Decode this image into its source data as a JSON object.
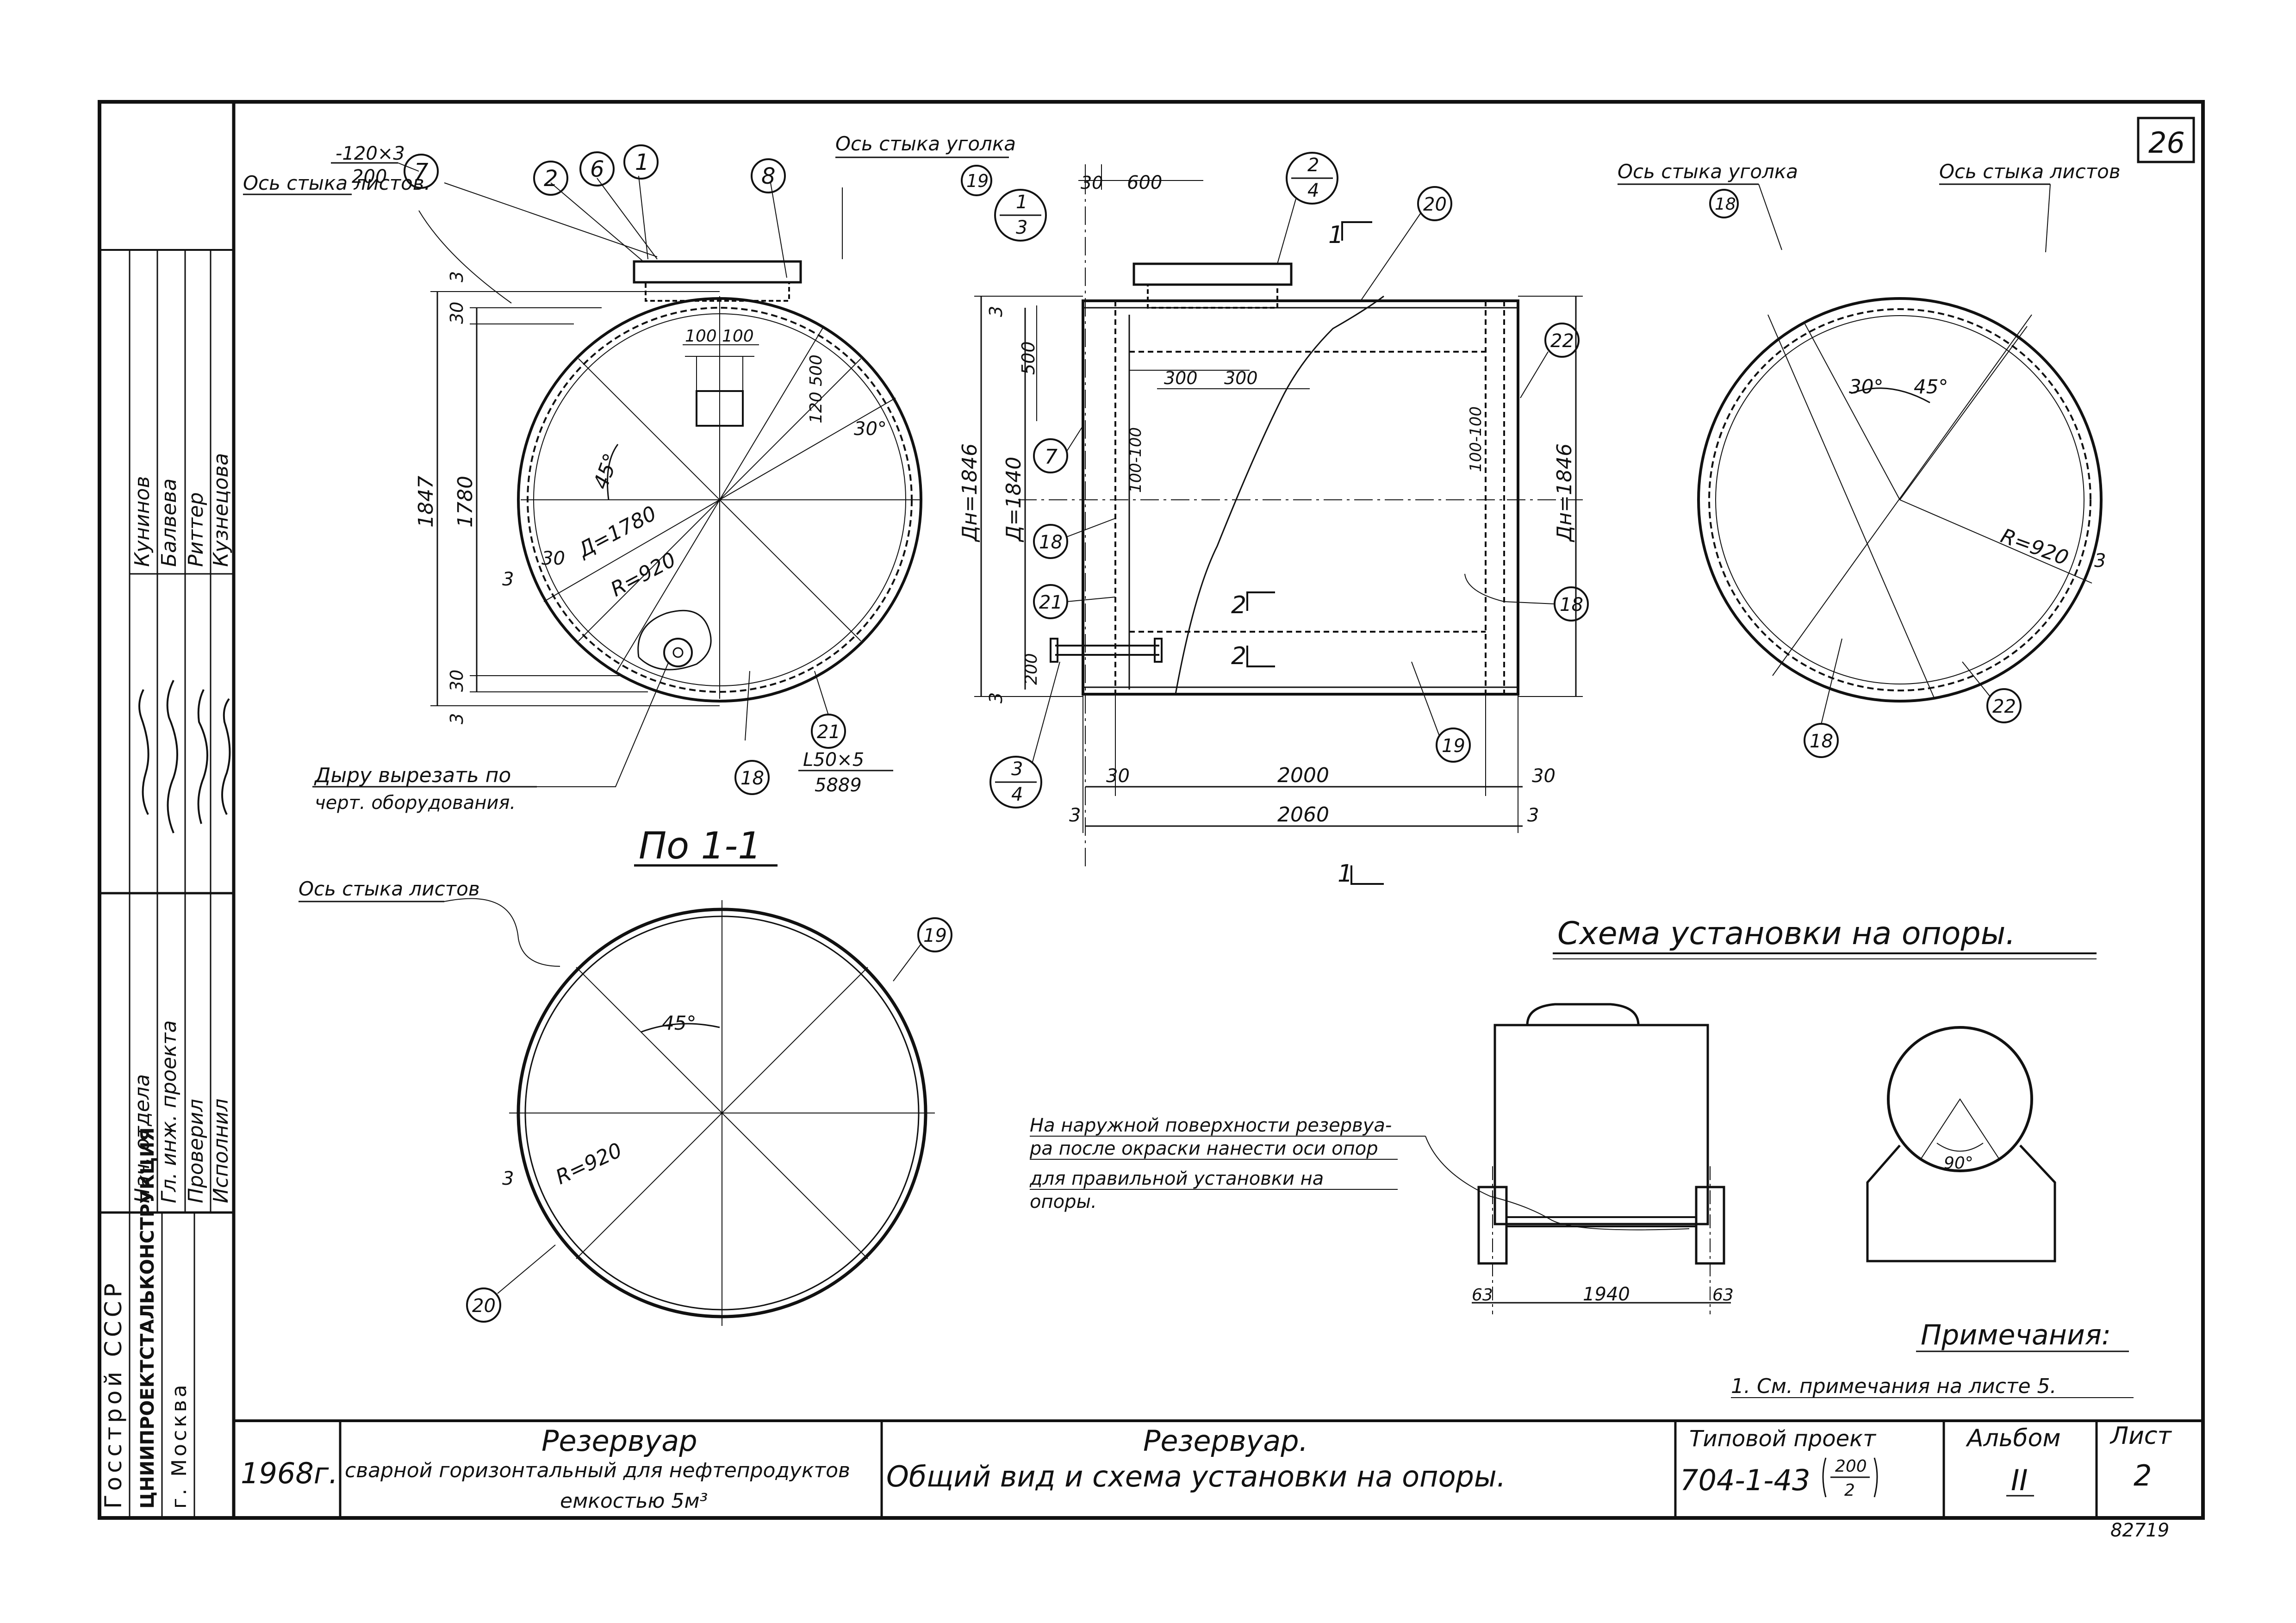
{
  "sheet_corner": "26",
  "bottom_code": "82719",
  "side_panel": {
    "org1": "Госстрой СССР",
    "org2": "ЦНИИПРОЕКТСТАЛЬКОНСТРУКЦИЯ",
    "city": "г. Москва",
    "roles": [
      "Нач. отдела",
      "Гл. инж. проекта",
      "Проверил",
      "Исполнил"
    ],
    "names": [
      "Кунинов",
      "Балвева",
      "Риттер",
      "Кузнецова"
    ]
  },
  "title_block": {
    "year": "1968г.",
    "object_title": "Резервуар",
    "object_desc1": "сварной горизонтальный для нефтепродуктов",
    "object_desc2": "емкостью 5м³",
    "sheet_title1": "Резервуар.",
    "sheet_title2": "Общий вид и схема установки на опоры.",
    "project_label": "Типовой проект",
    "project_value": "704-1-43",
    "project_frac_top": "200",
    "project_frac_bottom": "2",
    "album_label": "Альбом",
    "album_value": "II",
    "sheet_label": "Лист",
    "sheet_value": "2"
  },
  "labels": {
    "joint_sheets": "Ось стыка листов.",
    "joint_angle_19": "Ось стыка уголка",
    "joint_angle_18": "Ось стыка уголка",
    "joint_sheets_right": "Ось стыка листов",
    "joint_sheets_bottom": "Ось стыка листов",
    "cut_note_1": "Дыру вырезать по",
    "cut_note_2": "черт. оборудования.",
    "section_title": "По 1-1",
    "support_scheme_title": "Схема установки на опоры.",
    "support_note_1": "На наружной поверхности резервуа-",
    "support_note_2": "ра после окраски нанести оси опор",
    "support_note_3": "для правильной установки на",
    "support_note_4": "опоры.",
    "notes_title": "Примечания:",
    "notes_1": "1. См. примечания на листе 5.",
    "plate_top": "-120×3",
    "plate_bottom": "200",
    "angle_top": "L50×5",
    "angle_bottom": "5889",
    "section_mark_1": "1",
    "section_mark_2": "2"
  },
  "callouts": [
    "7",
    "2",
    "6",
    "1",
    "8",
    "19",
    "20",
    "22",
    "18",
    "21",
    "18",
    "19",
    "20",
    "19",
    "18",
    "22",
    "7",
    "18",
    "21"
  ],
  "fractions": [
    {
      "top": "1",
      "bottom": "3"
    },
    {
      "top": "2",
      "bottom": "4"
    },
    {
      "top": "3",
      "bottom": "4"
    }
  ],
  "dims": {
    "d1847": "1847",
    "d1780": "1780",
    "d30a": "30",
    "d30b": "30",
    "d3a": "3",
    "d3b": "3",
    "d100a": "100",
    "d100b": "100",
    "d120_500": "120 500",
    "d45": "45°",
    "d30deg": "30°",
    "dia1780": "Д=1780",
    "r920": "R=920",
    "d30c": "30",
    "d3c": "3",
    "d30top": "30",
    "d600": "600",
    "d500": "500",
    "d300a": "300",
    "d300b": "300",
    "d100_100a": "100-100",
    "d100_100b": "100-100",
    "dn1846a": "Дн=1846",
    "d1840": "Д=1840",
    "dn1846b": "Дн=1846",
    "d200": "200",
    "d30l": "30",
    "d2000": "2000",
    "d30r": "30",
    "d2060": "2060",
    "d3l": "3",
    "d3r": "3",
    "d3top": "3",
    "d3bot": "3",
    "r30": "30°",
    "r45": "45°",
    "r3": "3",
    "b45": "45°",
    "b920": "R=920",
    "b3": "3",
    "s63a": "63",
    "s1940": "1940",
    "s63b": "63",
    "s90": "90°"
  }
}
